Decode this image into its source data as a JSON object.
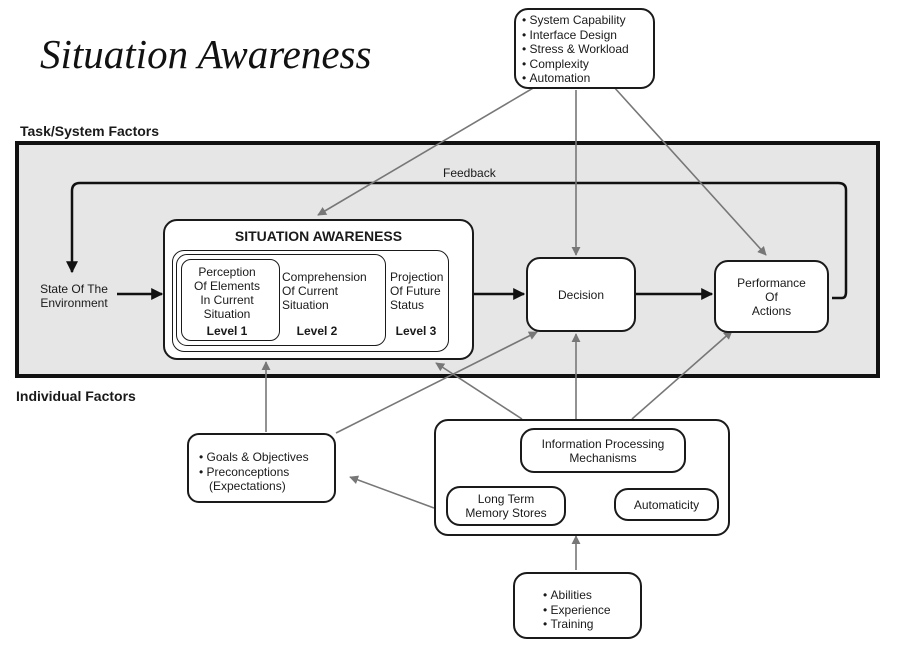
{
  "title": "Situation Awareness",
  "sections": {
    "task_system_factors": "Task/System Factors",
    "individual_factors": "Individual Factors"
  },
  "task_factor_list": [
    "System Capability",
    "Interface Design",
    "Stress & Workload",
    "Complexity",
    "Automation"
  ],
  "feedback_label": "Feedback",
  "environment_label": [
    "State Of The",
    "Environment"
  ],
  "sa_box": {
    "heading": "SITUATION AWARENESS",
    "perception": [
      "Perception",
      "Of Elements",
      "In Current",
      "Situation"
    ],
    "comprehension": [
      "Comprehension",
      "Of Current",
      "Situation"
    ],
    "projection": [
      "Projection",
      "Of Future",
      "Status"
    ],
    "level_1": "Level 1",
    "level_2": "Level 2",
    "level_3": "Level 3"
  },
  "decision_label": "Decision",
  "performance_label": [
    "Performance",
    "Of",
    "Actions"
  ],
  "goals_list": [
    "Goals & Objectives",
    "Preconceptions"
  ],
  "goals_sub": "(Expectations)",
  "info_processing_label": [
    "Information Processing",
    "Mechanisms"
  ],
  "long_term_memory_label": [
    "Long Term",
    "Memory Stores"
  ],
  "automaticity_label": "Automaticity",
  "abilities_list": [
    "Abilities",
    "Experience",
    "Training"
  ],
  "colors": {
    "panel_fill": "#e6e6e6",
    "border": "#111111",
    "thin_arrow": "#777777"
  }
}
